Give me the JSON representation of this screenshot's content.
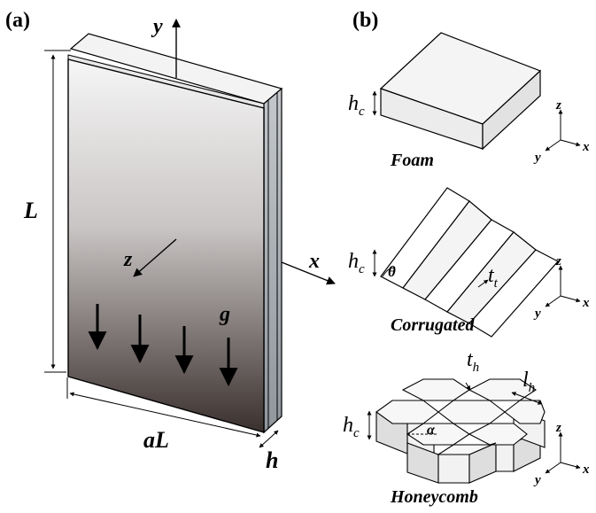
{
  "panel_a": {
    "label": "(a)",
    "axis_y": "y",
    "axis_x": "x",
    "axis_z": "z",
    "length": "L",
    "width": "aL",
    "thickness": "h",
    "gravity": "g"
  },
  "panel_b": {
    "label": "(b)",
    "cores": [
      {
        "name": "Foam",
        "core_height": "h",
        "core_height_sub": "c",
        "axes": {
          "z": "z",
          "x": "x",
          "y": "y"
        }
      },
      {
        "name": "Corrugated",
        "core_height": "h",
        "core_height_sub": "c",
        "angle": "θ",
        "thickness": "t",
        "thickness_sub": "t",
        "axes": {
          "z": "z",
          "x": "x",
          "y": "y"
        }
      },
      {
        "name": "Honeycomb",
        "core_height": "h",
        "core_height_sub": "c",
        "wall_thickness": "t",
        "wall_thickness_sub": "h",
        "cell_length": "l",
        "cell_length_sub": "h",
        "angle": "α",
        "axes": {
          "z": "z",
          "x": "x",
          "y": "y"
        }
      }
    ]
  },
  "colors": {
    "panel_top": "#f4f4f4",
    "panel_bottom": "#3a302e",
    "face_sheet": "#c8c8c8",
    "side_face": "#9aa0a6",
    "stroke": "#000000"
  }
}
